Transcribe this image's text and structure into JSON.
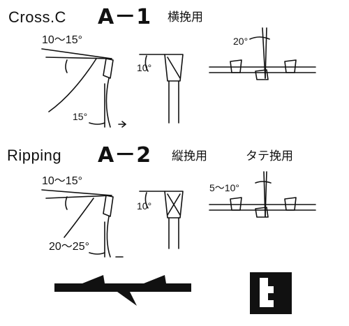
{
  "section_a1": {
    "label": "Cross.C",
    "code": "A－1",
    "description": "横挽用",
    "angles": {
      "hook": "10～15°",
      "clearance": "15°",
      "top_bevel": "10°",
      "set_angle": "20°"
    }
  },
  "section_a2": {
    "label": "Ripping",
    "code": "A－2",
    "description": "縦挽用",
    "description_alt": "タテ挽用",
    "angles": {
      "hook": "10～15°",
      "clearance": "20～25°",
      "top_bevel": "10°",
      "set_angle": "5～10°"
    }
  },
  "colors": {
    "ink": "#111111",
    "background": "#ffffff"
  },
  "icons": [
    "saw-blade-profile-icon",
    "tooth-top-bevel-icon",
    "teeth-set-row-icon",
    "cut-direction-icon",
    "tooth-end-profile-icon"
  ]
}
